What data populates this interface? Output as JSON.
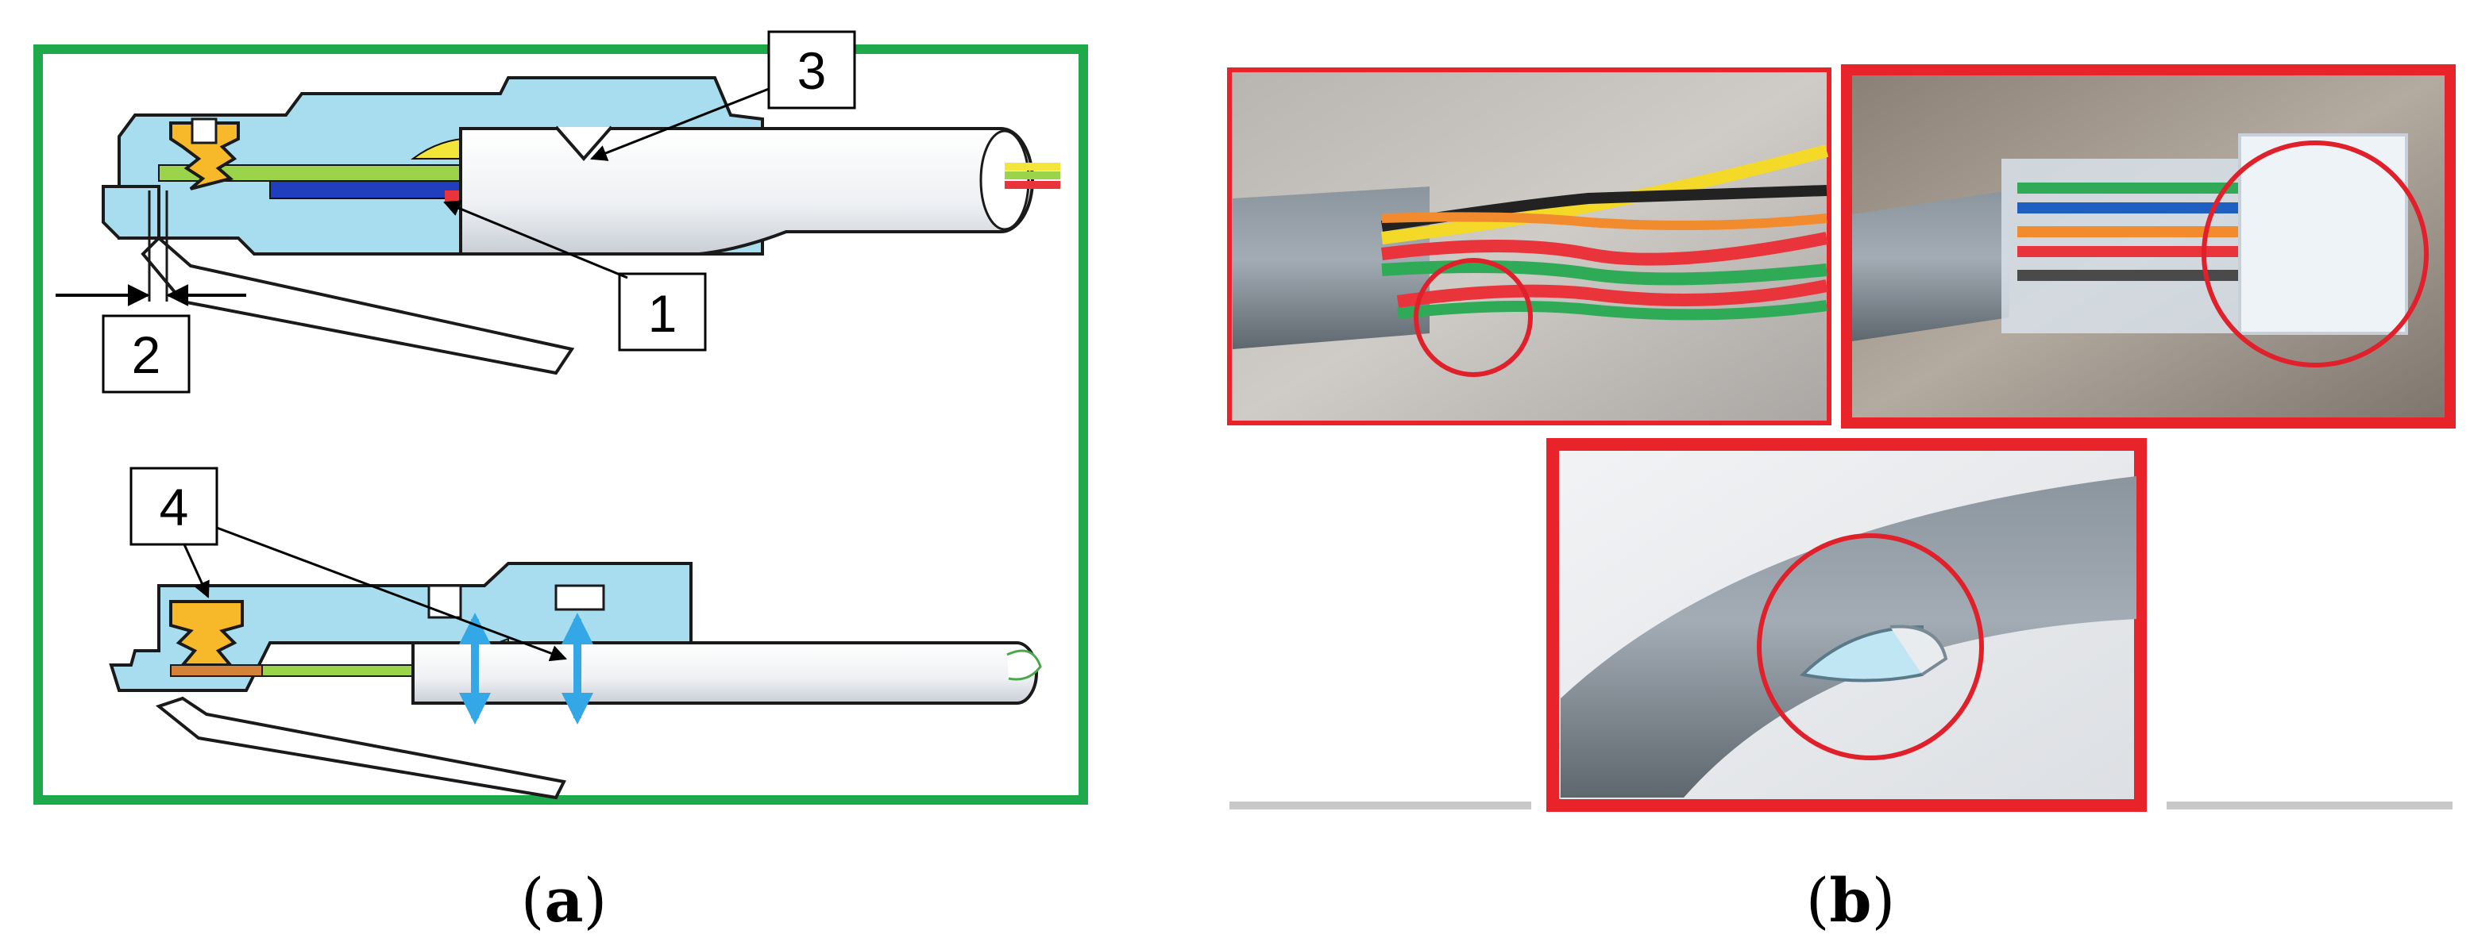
{
  "figure": {
    "panel_a": {
      "callouts": [
        "1",
        "2",
        "3",
        "4"
      ],
      "caption": {
        "open": "(",
        "letter": "a",
        "close": ")"
      }
    },
    "panel_b": {
      "caption": {
        "open": "(",
        "letter": "b",
        "close": ")"
      }
    }
  },
  "colors": {
    "panel_a_frame": "#1eaa4a",
    "panel_b_frame": "#e8232a",
    "highlight_circle": "#e0202a",
    "connector_blue": "#9fd9ee",
    "latch_yellow": "#f7b92a",
    "arrow_blue": "#34a8e6"
  }
}
